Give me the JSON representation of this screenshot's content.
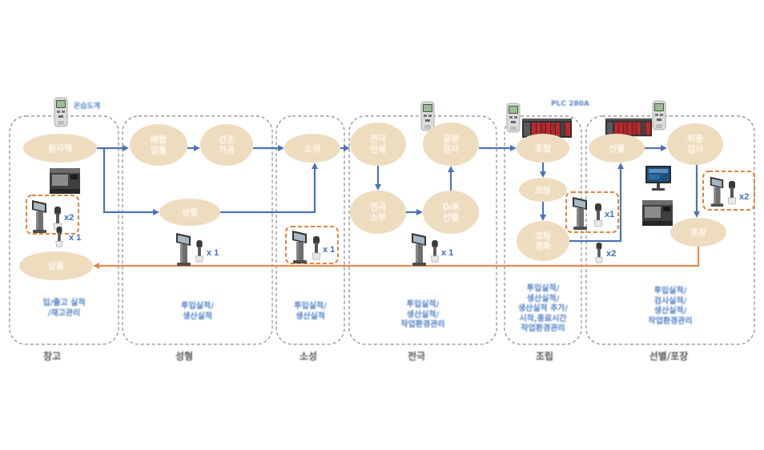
{
  "top_labels": {
    "thermohygrometer": "온습도계",
    "plc": "PLC 280A"
  },
  "nodes": {
    "raw_material": [
      "원자재"
    ],
    "product": [
      "상품"
    ],
    "mixing_extrusion": [
      "배합",
      "압출"
    ],
    "drying_processing": [
      "건조",
      "가공"
    ],
    "forming": [
      "성형"
    ],
    "firing": [
      "소성"
    ],
    "electrode_printing": [
      "전극",
      "인쇄"
    ],
    "process_inspection": [
      "공정",
      "검사"
    ],
    "electrode_baking": [
      "전극",
      "소부"
    ],
    "dr_sorting": [
      "D/R",
      "선별"
    ],
    "assembly": [
      "조립"
    ],
    "coating": [
      "코팅"
    ],
    "coating_curing": [
      "코팅",
      "경화"
    ],
    "sorting": [
      "선별"
    ],
    "final_inspection": [
      "최종",
      "검사"
    ],
    "packing": [
      "포장"
    ]
  },
  "zones": [
    {
      "label": "창고",
      "records": [
        "입/출고 실적",
        "/재고관리"
      ]
    },
    {
      "label": "성형",
      "records": [
        "투입실적/",
        "생산실적"
      ]
    },
    {
      "label": "소성",
      "records": [
        "투입실적/",
        "생산실적"
      ]
    },
    {
      "label": "전극",
      "records": [
        "투입실적/",
        "생산실적/",
        "작업환경관리"
      ]
    },
    {
      "label": "조립",
      "records": [
        "투입실적/",
        "생산실적/",
        "생산실적 추가/",
        "시작,종료시간",
        "작업환경관리"
      ]
    },
    {
      "label": "선별/포장",
      "records": [
        "투입실적/",
        "검사실적/",
        "생산실적/",
        "작업환경관리"
      ]
    }
  ],
  "device_counts": {
    "warehouse_kiosk": "x2",
    "warehouse_scanner": "x 1",
    "forming_kiosk": "x 1",
    "firing_kiosk": "x 1",
    "electrode_kiosk": "x 1",
    "assembly_kiosk": "x1",
    "assembly_scanner": "x2",
    "packing_kiosk": "x2"
  },
  "icons": [
    "thermohygrometer-icon",
    "plc-icon",
    "label-printer-icon",
    "monitor-icon",
    "kiosk-terminal-icon",
    "barcode-scanner-icon"
  ],
  "colors": {
    "flow_arrow": "#4a73b7",
    "return_arrow": "#e88a4e",
    "node_fill": "#eedcbf",
    "zone_border": "#8a8a8a",
    "device_box": "#e0843e",
    "record_text": "#4f7fc6"
  }
}
